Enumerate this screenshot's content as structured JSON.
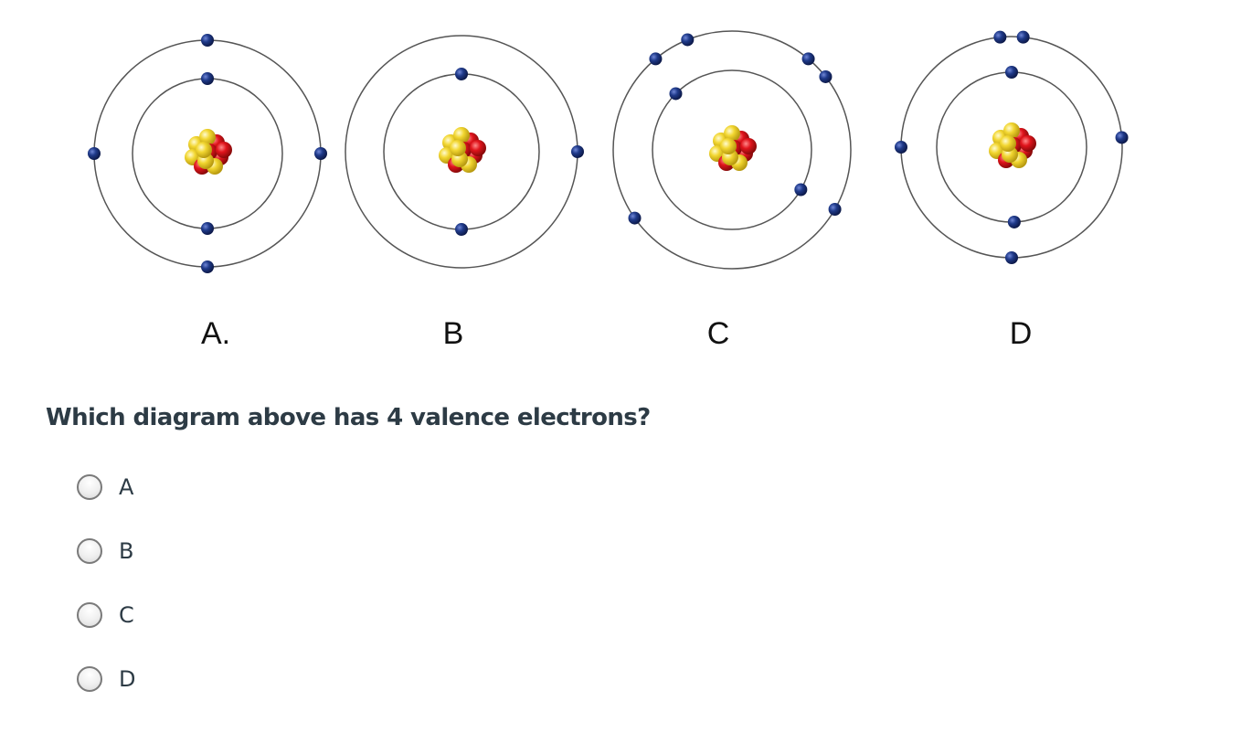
{
  "figure": {
    "diagrams": [
      {
        "label": "A.",
        "inner_electrons": 2,
        "outer_electrons": 4,
        "nucleus": "yellow-red cluster"
      },
      {
        "label": "B",
        "inner_electrons": 2,
        "outer_electrons": 1,
        "nucleus": "yellow-red cluster"
      },
      {
        "label": "C",
        "inner_electrons": 2,
        "outer_electrons": 6,
        "nucleus": "yellow-red cluster"
      },
      {
        "label": "D",
        "inner_electrons": 2,
        "outer_electrons": 5,
        "nucleus": "yellow-red cluster"
      }
    ],
    "colors": {
      "electron": "#1f3a8a",
      "proton": "#e0141c",
      "neutron": "#f2d630",
      "orbit": "#555555"
    }
  },
  "question": {
    "text": "Which diagram above has 4 valence electrons?",
    "options": [
      {
        "label": "A",
        "selected": false
      },
      {
        "label": "B",
        "selected": false
      },
      {
        "label": "C",
        "selected": false
      },
      {
        "label": "D",
        "selected": false
      }
    ]
  }
}
